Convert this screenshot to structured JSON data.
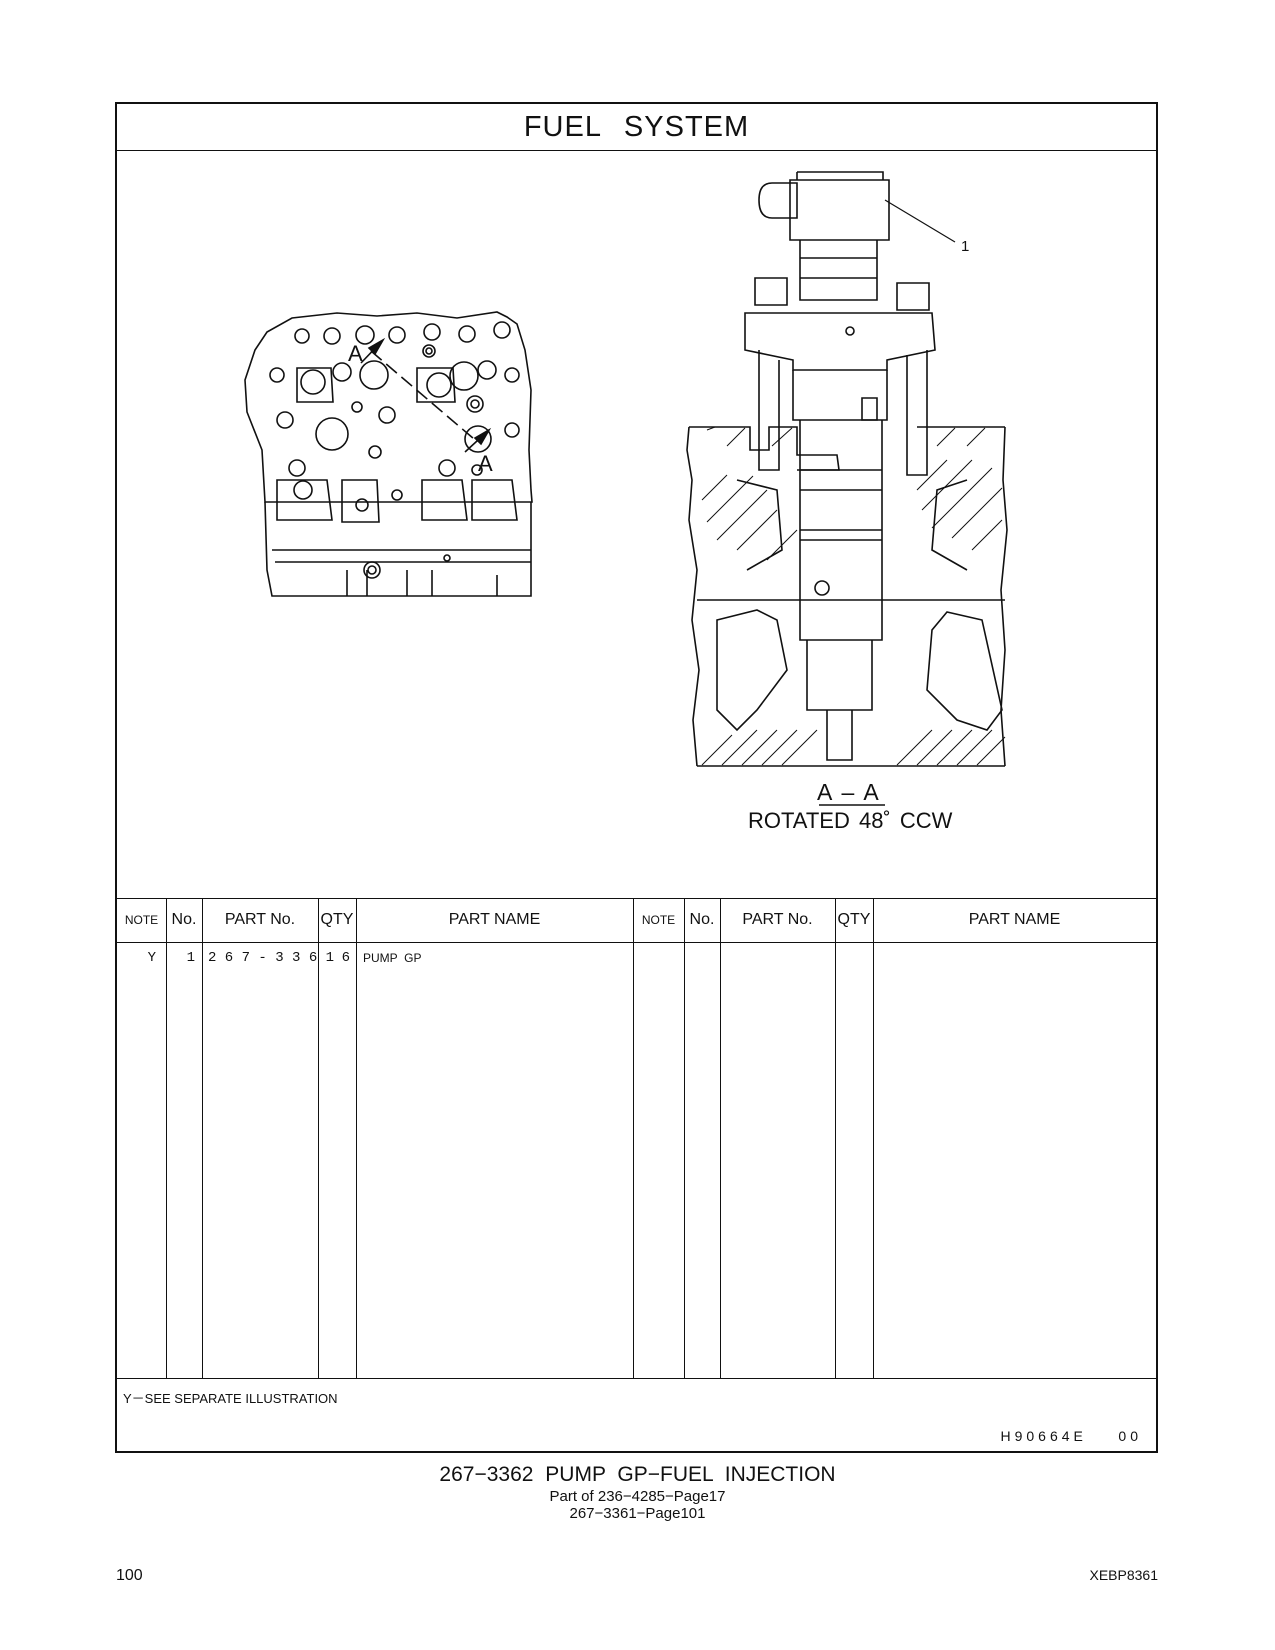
{
  "title": "FUEL   SYSTEM",
  "illustration": {
    "section_label": "A – A",
    "rotation_note": "ROTATED  48˚ CCW",
    "callout_number": "1",
    "section_marker": "A"
  },
  "table": {
    "headers": {
      "note": "NOTE",
      "no": "No.",
      "part_no": "PART No.",
      "qty": "QTY",
      "part_name": "PART NAME"
    },
    "rows": [
      {
        "note": "Y",
        "no": "1",
        "part_no": "2 6 7 - 3 3 6 1",
        "qty": "6",
        "part_name": "PUMP  GP"
      }
    ]
  },
  "footnote": "Y－SEE  SEPARATE  ILLUSTRATION",
  "illustration_number": "H90664E    00",
  "caption": {
    "main": "267−3362  PUMP  GP−FUEL  INJECTION",
    "line2": "Part of 236−4285−Page17",
    "line3": "267−3361−Page101"
  },
  "page_number": "100",
  "document_number": "XEBP8361"
}
